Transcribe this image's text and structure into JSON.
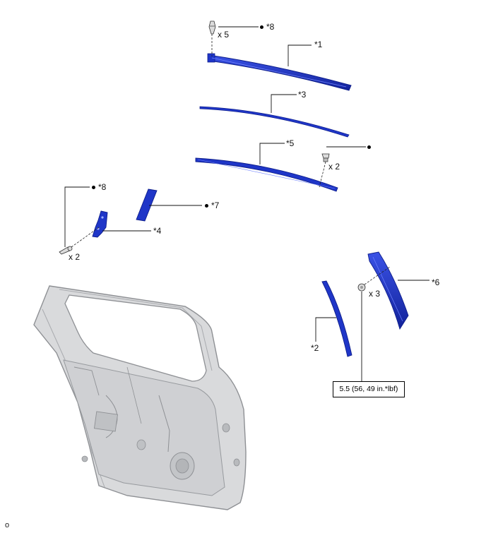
{
  "labels": {
    "p1": "*1",
    "p2": "*2",
    "p3": "*3",
    "p4": "*4",
    "p5": "*5",
    "p6": "*6",
    "p7": "*7",
    "p8_top": "*8",
    "p8_left": "*8"
  },
  "quantities": {
    "top_clips": "x 5",
    "right_clips": "x 2",
    "left_screws": "x 2",
    "nuts": "x 3"
  },
  "torque": "5.5 (56, 49 in.*lbf)",
  "corner_mark": "o",
  "colors": {
    "part_blue": "#1f36c8",
    "part_blue_dark": "#0f1f8c",
    "door_gray": "#d9dadc"
  }
}
